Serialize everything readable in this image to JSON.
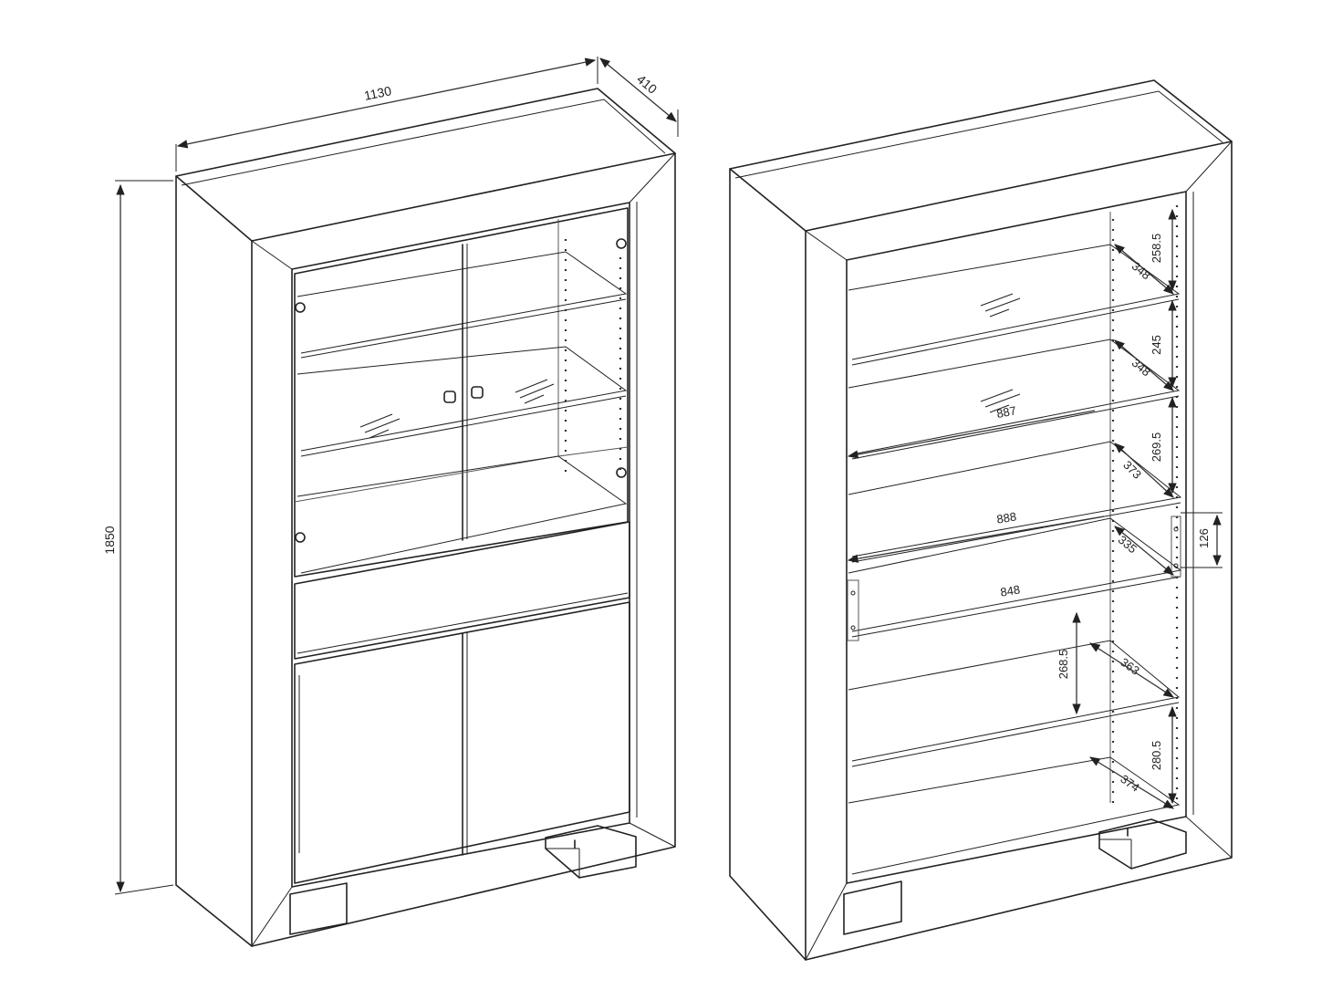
{
  "overall_dimensions": {
    "width": "1130",
    "depth": "410",
    "height": "1850"
  },
  "interior_dimensions": {
    "shelf_1_spacing": "258.5",
    "shelf_1_depth": "348",
    "shelf_2_spacing": "245",
    "shelf_2_depth": "348",
    "glass_shelf_width": "887",
    "shelf_3_spacing": "269.5",
    "shelf_3_depth": "373",
    "drawer_outer_width": "888",
    "drawer_height": "126",
    "drawer_depth": "335",
    "drawer_inner_width": "848",
    "shelf_4_spacing": "268.5",
    "shelf_4_depth": "363",
    "shelf_5_spacing": "280.5",
    "shelf_5_depth": "374"
  },
  "colors": {
    "line": "#222222",
    "background": "#ffffff"
  }
}
